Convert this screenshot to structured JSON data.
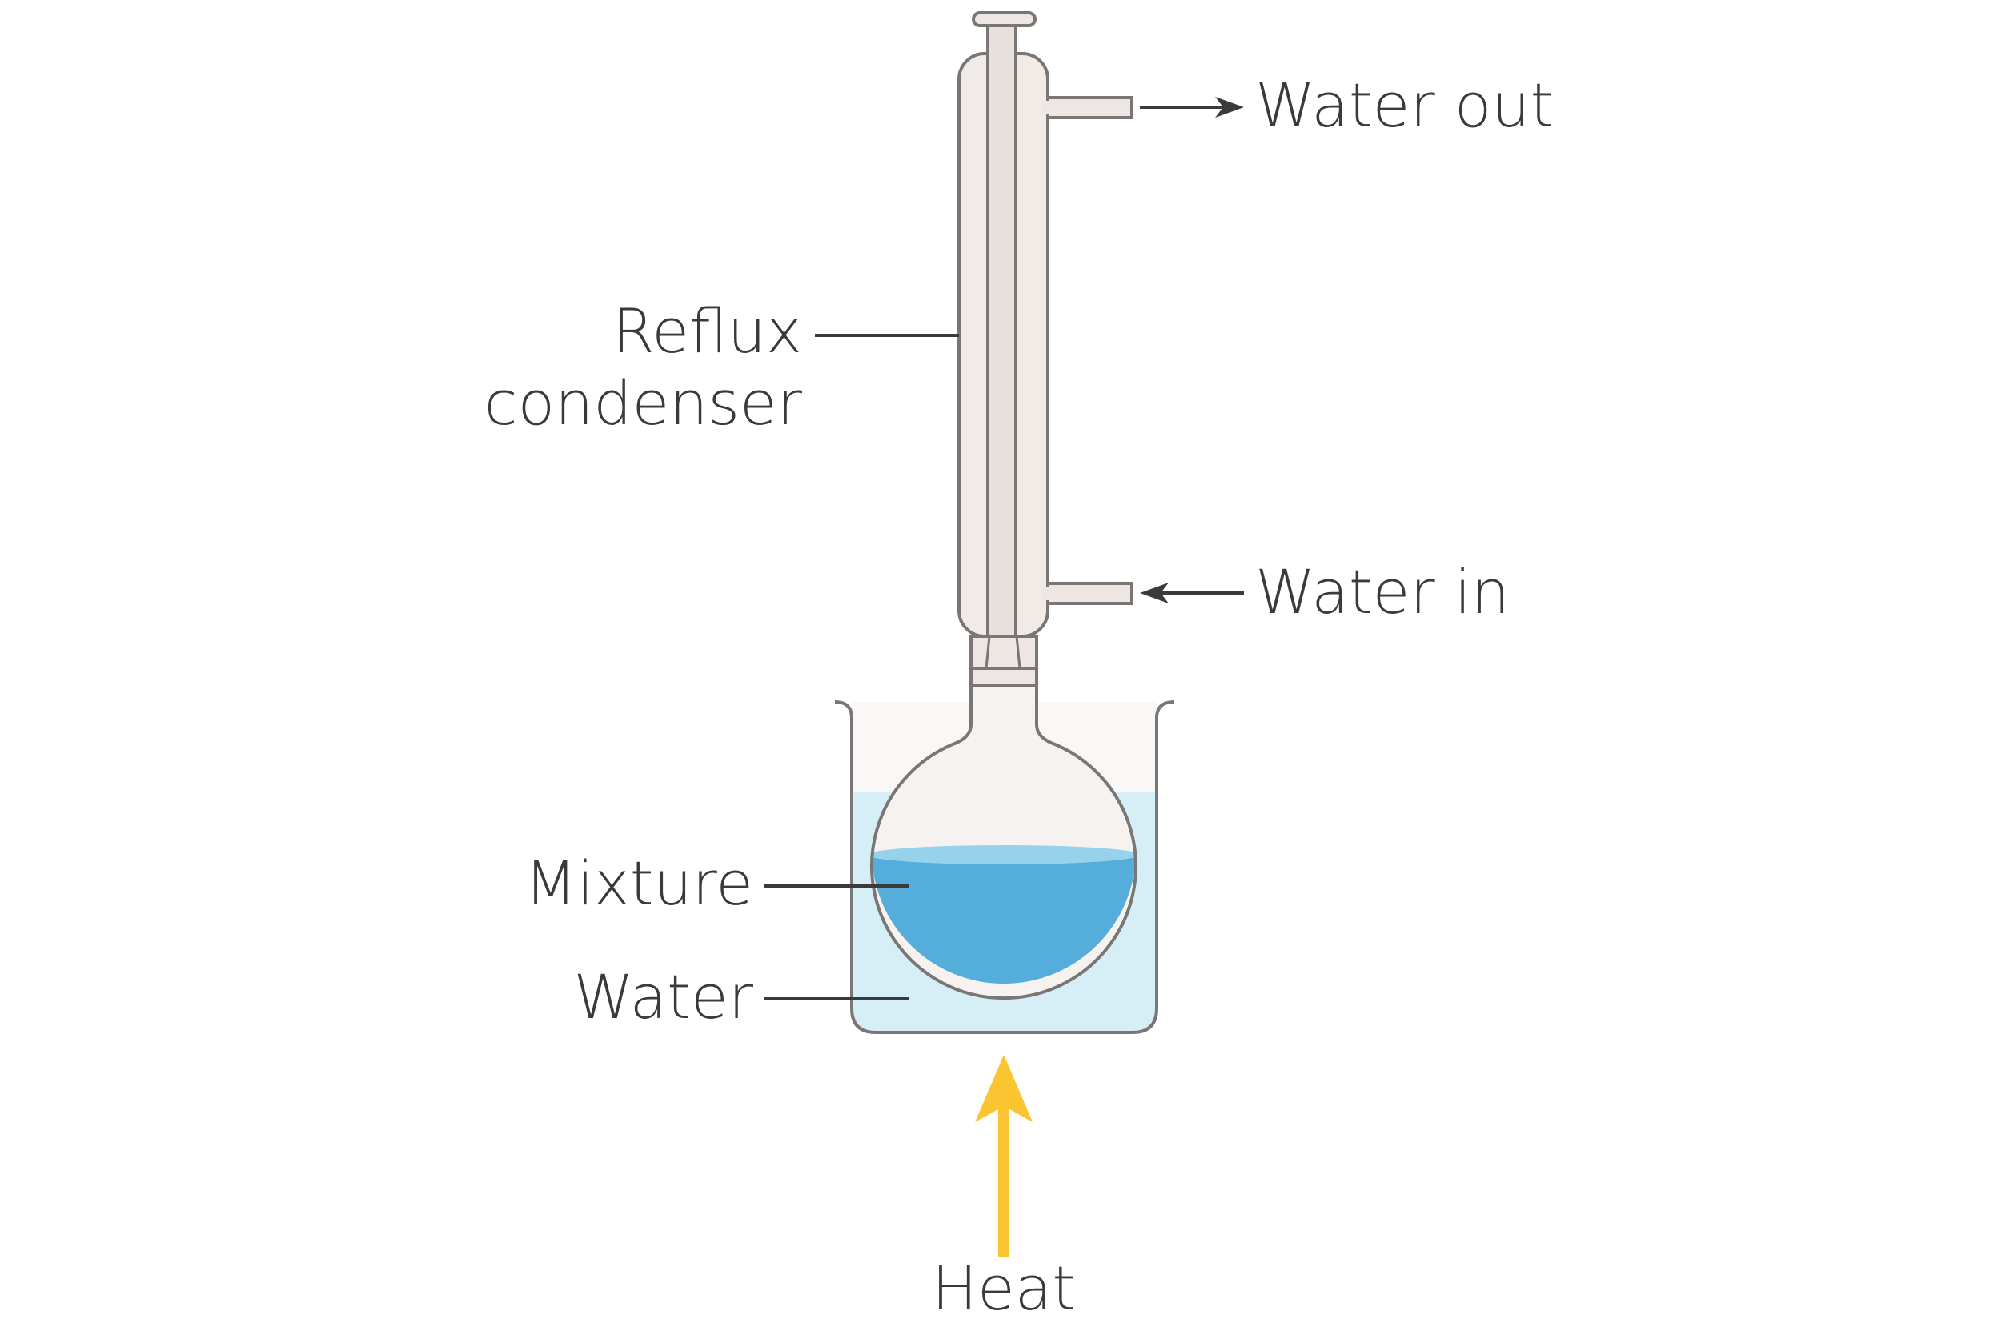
{
  "labels": {
    "water_out": "Water out",
    "water_in": "Water in",
    "reflux_line1": "Reflux",
    "reflux_line2": "condenser",
    "mixture": "Mixture",
    "water": "Water",
    "heat": "Heat"
  },
  "colors": {
    "glass": "#f3eeeb",
    "glass_outline": "#7a7676",
    "water_bath": "#d6eef6",
    "mixture": "#55addc",
    "mixture_surface": "#96d2ec",
    "heat_arrow": "#fbc531",
    "text": "#3a3a3c"
  }
}
